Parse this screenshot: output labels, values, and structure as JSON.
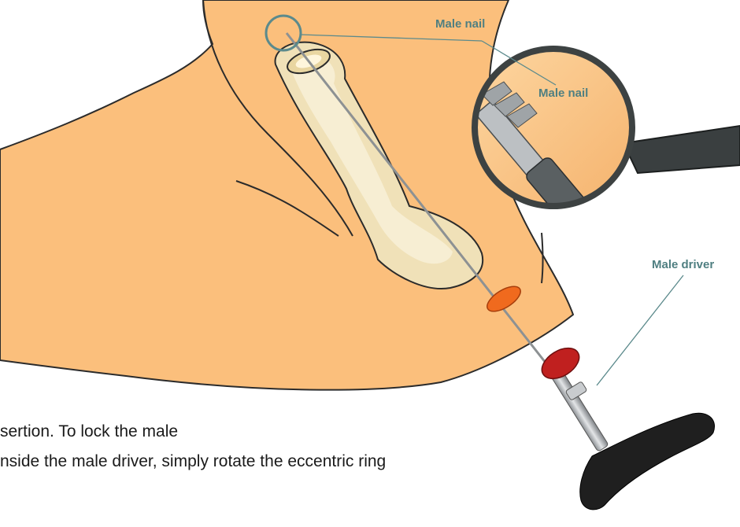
{
  "labels": {
    "male_nail_top": "Male nail",
    "male_nail_zoom": "Male nail",
    "male_driver": "Male driver"
  },
  "caption": {
    "line1": "sertion. To lock the male",
    "line2": "nside the male driver, simply rotate the eccentric ring"
  },
  "colors": {
    "skin": "#fbbf7c",
    "outline": "#2b2b2b",
    "bone": "#f0e1b8",
    "bone_marrow": "#f7eed3",
    "callout_text": "#4f7f81",
    "callout_line": "#5b8a8c",
    "incision": "#f06a1e",
    "red_ring": "#c0201f",
    "handle": "#1f1f1f",
    "metal": "#b9bcbf",
    "magnifier_rim": "#3d4242"
  }
}
